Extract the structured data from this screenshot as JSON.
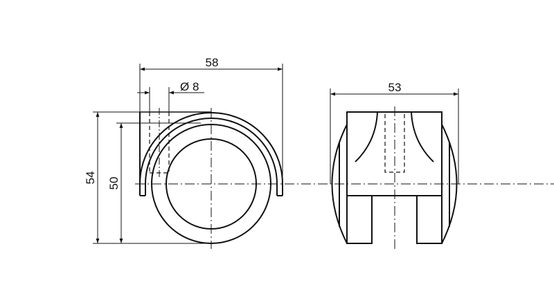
{
  "drawing": {
    "title": "Castor wheel technical drawing",
    "line_color": "#111111",
    "background": "#ffffff"
  },
  "dimensions": {
    "overall_width_side": "58",
    "bore_diameter": "Ø 8",
    "overall_height": "54",
    "wheel_diameter": "50",
    "overall_width_front": "53"
  },
  "views": {
    "side_view": "side-view",
    "front_view": "front-view"
  }
}
